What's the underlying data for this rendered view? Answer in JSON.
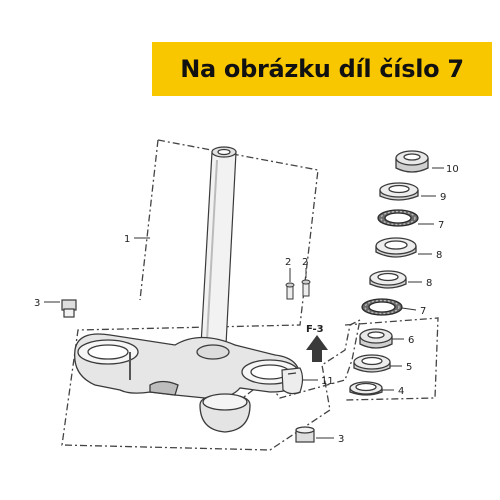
{
  "banner": {
    "text": "Na obrázku díl číslo 7"
  },
  "callouts": {
    "c1": "1",
    "c2a": "2",
    "c2b": "2",
    "c3a": "3",
    "c3b": "3",
    "c4": "4",
    "c5": "5",
    "c6": "6",
    "c7a": "7",
    "c7b": "7",
    "c8a": "8",
    "c8b": "8",
    "c9": "9",
    "c10": "10",
    "c11": "11",
    "ref": "F-3"
  },
  "colors": {
    "banner": "#f9c700",
    "stroke": "#3a3a3a",
    "part_fill": "#ededed",
    "dark": "#555555"
  }
}
